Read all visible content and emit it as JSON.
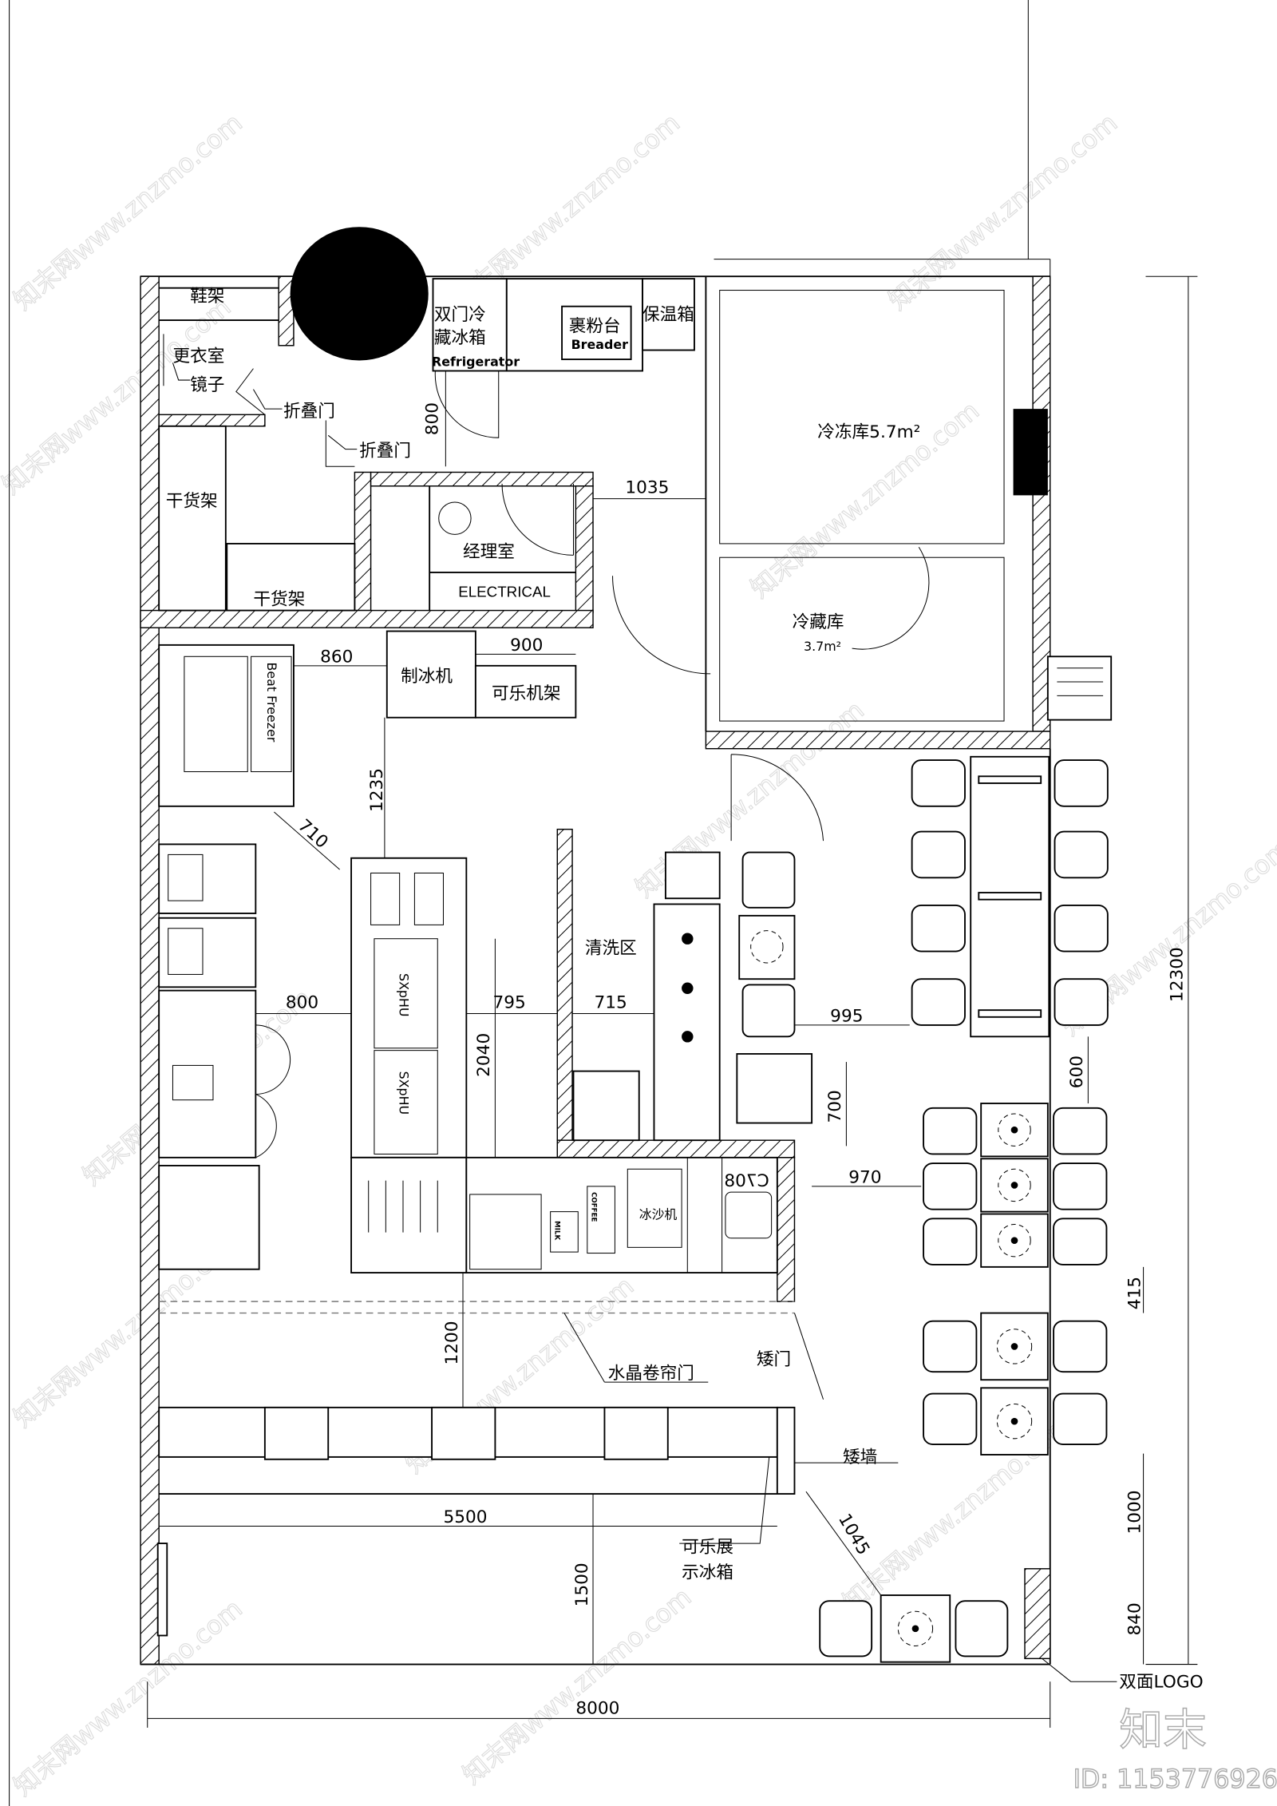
{
  "plan": {
    "rooms": {
      "shoe_rack": "鞋架",
      "changing_room": "更衣室",
      "mirror": "镜子",
      "folding_door_1": "折叠门",
      "folding_door_2": "折叠门",
      "double_door_fridge_1": "双门冷",
      "double_door_fridge_2": "藏冰箱",
      "refrigerator": "Refrigerator",
      "breader_cn": "裹粉台",
      "breader_en": "Breader",
      "warmer": "保温箱",
      "freezer_room": "冷冻库5.7m²",
      "dry_rack_1": "干货架",
      "dry_rack_2": "干货架",
      "manager_office": "经理室",
      "electrical": "ELECTRICAL",
      "cold_room": "冷藏库",
      "cold_room_area": "3.7m²",
      "meat_freezer": "Beat Freezer",
      "ice_machine": "制冰机",
      "cola_rack": "可乐机架",
      "wash_area": "清洗区",
      "uhpxs_1": "SXpHU",
      "uhpxs_2": "SXpHU",
      "milk": "MILK",
      "coffee": "COFFEE",
      "slush_machine": "冰沙机",
      "c708": "C708",
      "low_door": "矮门",
      "crystal_shutter": "水晶卷帘门",
      "low_wall": "矮墙",
      "cola_display_1": "可乐展",
      "cola_display_2": "示冰箱",
      "double_logo": "双面LOGO"
    },
    "dimensions": {
      "d800_top": "800",
      "d1035": "1035",
      "d860": "860",
      "d900": "900",
      "d1235": "1235",
      "d710": "710",
      "d800_mid": "800",
      "d795": "795",
      "d715": "715",
      "d2040": "2040",
      "d995": "995",
      "d600": "600",
      "d700": "700",
      "d970": "970",
      "d415": "415",
      "d1200": "1200",
      "d5500": "5500",
      "d1000": "1000",
      "d1045": "1045",
      "d1500": "1500",
      "d840": "840",
      "d12300": "12300",
      "d8000": "8000"
    },
    "watermark": {
      "text": "知末网www.znzmo.com",
      "brand": "知末",
      "id": "ID: 1153776926"
    }
  }
}
